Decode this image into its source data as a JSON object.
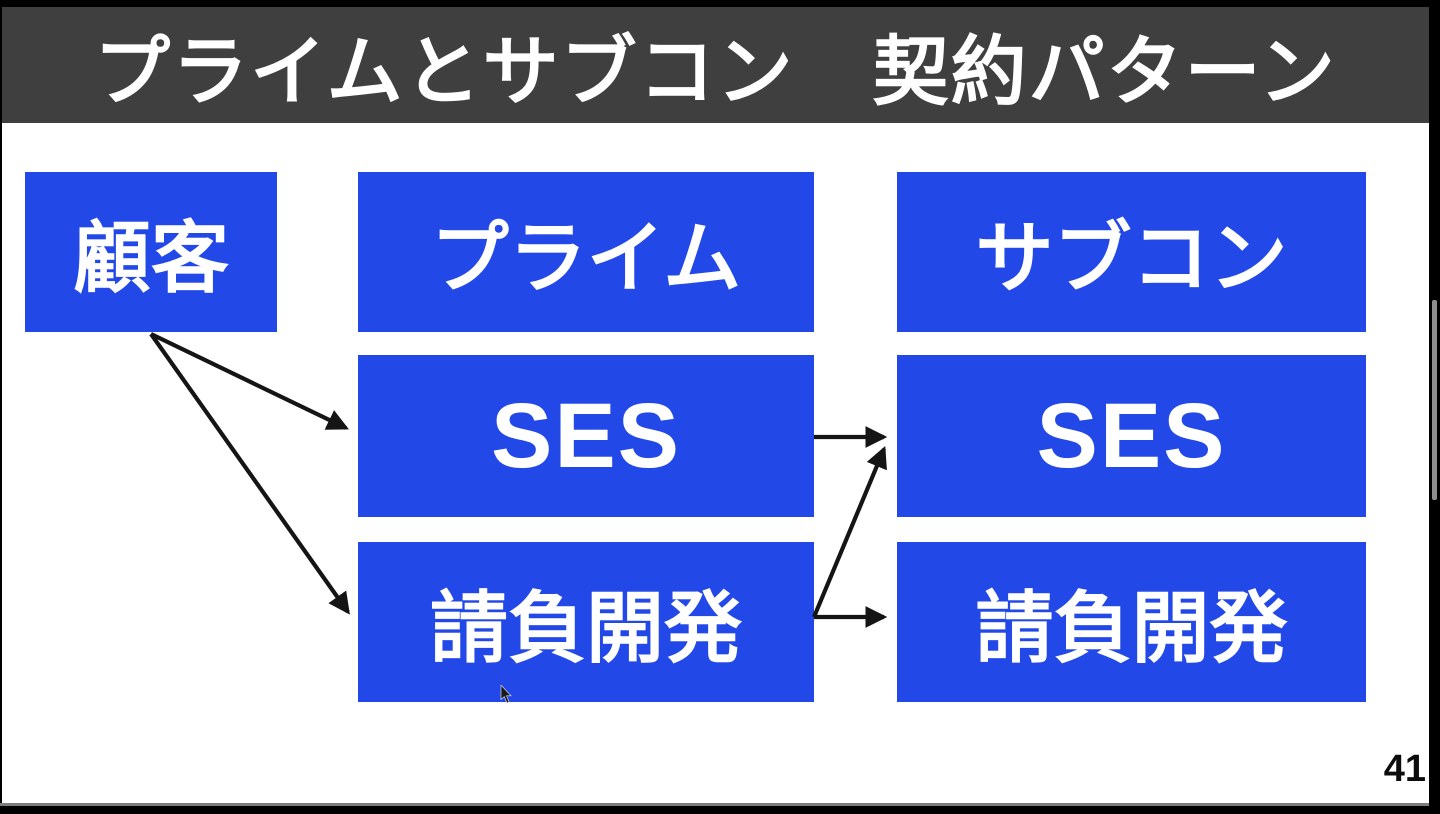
{
  "slide": {
    "title": "プライムとサブコン　契約パターン",
    "page_number": "41"
  },
  "diagram": {
    "customer": {
      "label": "顧客"
    },
    "prime_column": {
      "header": "プライム",
      "ses": "SES",
      "contract_dev": "請負開発"
    },
    "subcon_column": {
      "header": "サブコン",
      "ses": "SES",
      "contract_dev": "請負開発"
    },
    "edges": [
      "customer -> prime-ses",
      "customer -> prime-contract-dev",
      "prime-ses -> subcon-ses",
      "prime-contract-dev -> subcon-ses",
      "prime-contract-dev -> subcon-contract-dev"
    ]
  },
  "colors": {
    "box_blue": "#2248e8",
    "title_bar_gray": "#3f3f3f",
    "arrow_black": "#151515",
    "slide_white": "#ffffff",
    "letterbox_black": "#000000"
  }
}
